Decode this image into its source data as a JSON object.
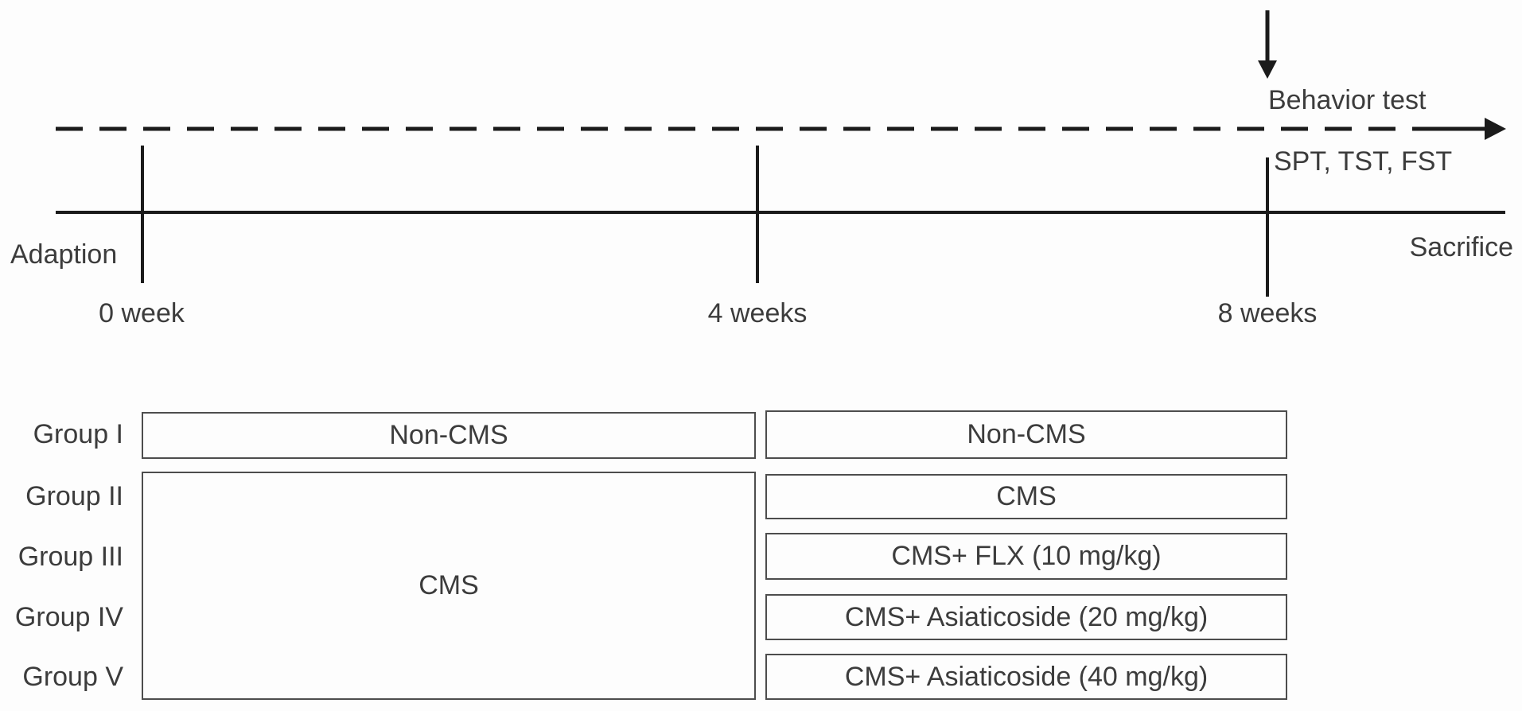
{
  "figure": {
    "description": "Experimental design timeline with group treatment boxes",
    "colors": {
      "background": "#fdfdfd",
      "line": "#1b1b1b",
      "text": "#3c3c3c",
      "box_border": "#4d4d4d"
    }
  },
  "timeline": {
    "adaption": "Adaption",
    "behavior_test": "Behavior test",
    "behavior_tests_list": "SPT, TST, FST",
    "sacrifice": "Sacrifice",
    "ticks": [
      "0 week",
      "4 weeks",
      "8 weeks"
    ]
  },
  "groups": {
    "labels": [
      "Group I",
      "Group II",
      "Group III",
      "Group IV",
      "Group V"
    ],
    "phase1": {
      "group1": "Non-CMS",
      "groups2to5": "CMS"
    },
    "phase2": [
      "Non-CMS",
      "CMS",
      "CMS+ FLX (10 mg/kg)",
      "CMS+ Asiaticoside (20 mg/kg)",
      "CMS+ Asiaticoside (40 mg/kg)"
    ]
  }
}
